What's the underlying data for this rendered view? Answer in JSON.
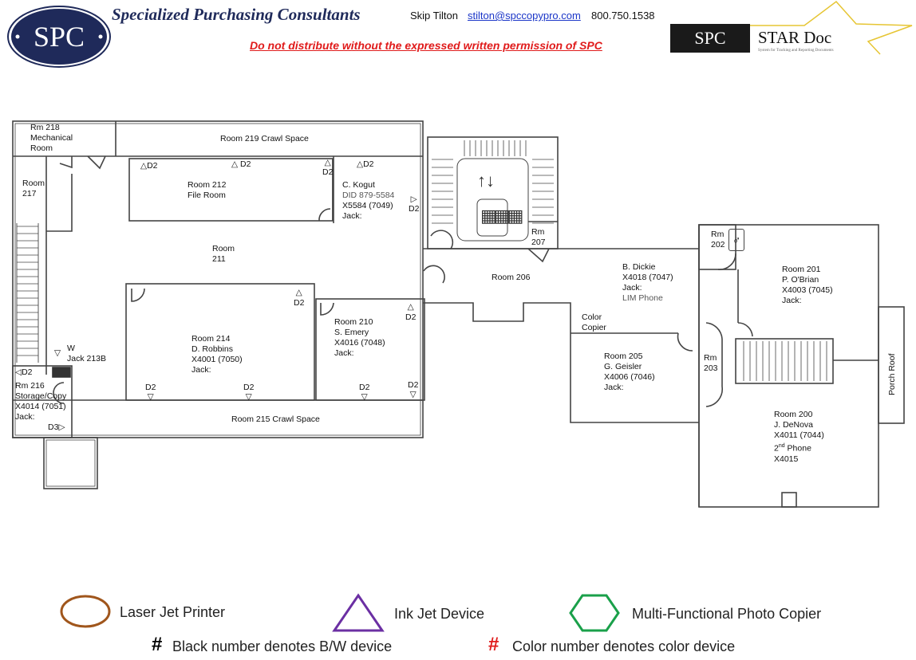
{
  "header": {
    "logo_text": "SPC",
    "company_name": "Specialized Purchasing Consultants",
    "contact_name": "Skip Tilton",
    "contact_email": "stilton@spccopypro.com",
    "contact_phone": "800.750.1538",
    "warning": "Do not distribute without the expressed written permission of SPC",
    "stardoc_logo": {
      "brand": "SPC",
      "product": "STAR Doc",
      "tagline": "System for Tracking and Reporting Documents"
    }
  },
  "rooms": {
    "rm218": [
      "Rm 218",
      "Mechanical",
      "Room"
    ],
    "rm219": "Room 219 Crawl Space",
    "rm217": [
      "Room",
      "217"
    ],
    "rm212": [
      "Room 212",
      "File Room"
    ],
    "kogut": {
      "name": "C. Kogut",
      "did": "DID  879-5584",
      "ext": "X5584 (7049)",
      "jack": "Jack:"
    },
    "rm211": [
      "Room",
      "211"
    ],
    "rm214": [
      "Room 214",
      "D. Robbins",
      "X4001 (7050)",
      "Jack:"
    ],
    "rm210": [
      "Room 210",
      "S. Emery",
      "X4016 (7048)",
      "Jack:"
    ],
    "rm216": [
      "Rm 216",
      "Storage/Copy",
      "X4014 (7051)",
      "Jack:"
    ],
    "jack213b": [
      "W",
      "Jack 213B"
    ],
    "rm215": "Room 215 Crawl Space",
    "rm207": [
      "Rm",
      "207"
    ],
    "rm206": "Room 206",
    "dickie": [
      "B. Dickie",
      "X4018 (7047)",
      "Jack:"
    ],
    "dickie_phone": "LIM Phone",
    "color_copier": [
      "Color",
      "Copier"
    ],
    "rm202": [
      "Rm",
      "202"
    ],
    "rm201": [
      "Room 201",
      "P. O'Brian",
      "X4003 (7045)",
      "Jack:"
    ],
    "rm205": [
      "Room 205",
      "G. Geisler",
      "X4006 (7046)",
      "Jack:"
    ],
    "rm203": [
      "Rm",
      "203"
    ],
    "porch": "Porch Roof",
    "rm200": {
      "line1": "Room 200",
      "line2": "J. DeNova",
      "line3": "X4011 (7044)",
      "line4_num": "2",
      "line4_sup": "nd",
      "line4_rest": " Phone",
      "line5": "X4015"
    }
  },
  "device_markers": {
    "d2": "D2",
    "d3": "D3"
  },
  "legend": {
    "items": [
      {
        "shape": "oval",
        "label": "Laser Jet Printer",
        "color": "#a0561c"
      },
      {
        "shape": "triangle",
        "label": "Ink Jet Device",
        "color": "#6b2fa3"
      },
      {
        "shape": "hexagon",
        "label": "Multi-Functional Photo Copier",
        "color": "#1aa04a"
      }
    ],
    "notes": [
      {
        "symbol": "#",
        "label": "Black number denotes B/W device",
        "color": "#000000"
      },
      {
        "symbol": "#",
        "label": "Color number denotes color device",
        "color": "#e01b1b"
      }
    ]
  },
  "colors": {
    "navy": "#1f2a5a",
    "wall": "#444444",
    "warning": "#e01b1b",
    "link": "#1a35c8",
    "star": "#e6c533"
  }
}
